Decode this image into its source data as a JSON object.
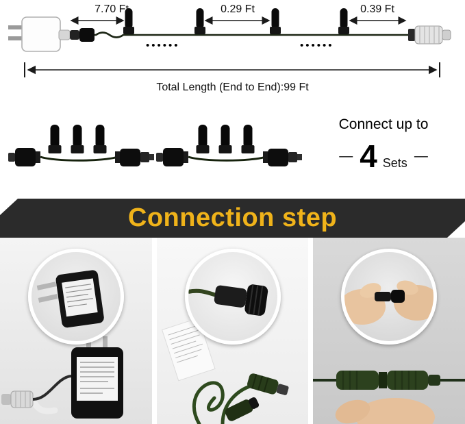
{
  "diagram": {
    "lead_length": "7.70 Ft",
    "bulb_spacing": "0.29 Ft",
    "tail_length": "0.39 Ft",
    "dots": "••••••",
    "total_length": "Total Length (End to End):99 Ft"
  },
  "connect": {
    "line1": "Connect up to",
    "dash": "—",
    "count": "4",
    "unit": "Sets"
  },
  "banner": {
    "title": "Connection step"
  },
  "colors": {
    "banner_bg": "#2b2b2b",
    "banner_text": "#f0b31a",
    "wire_green": "#1c2615"
  }
}
